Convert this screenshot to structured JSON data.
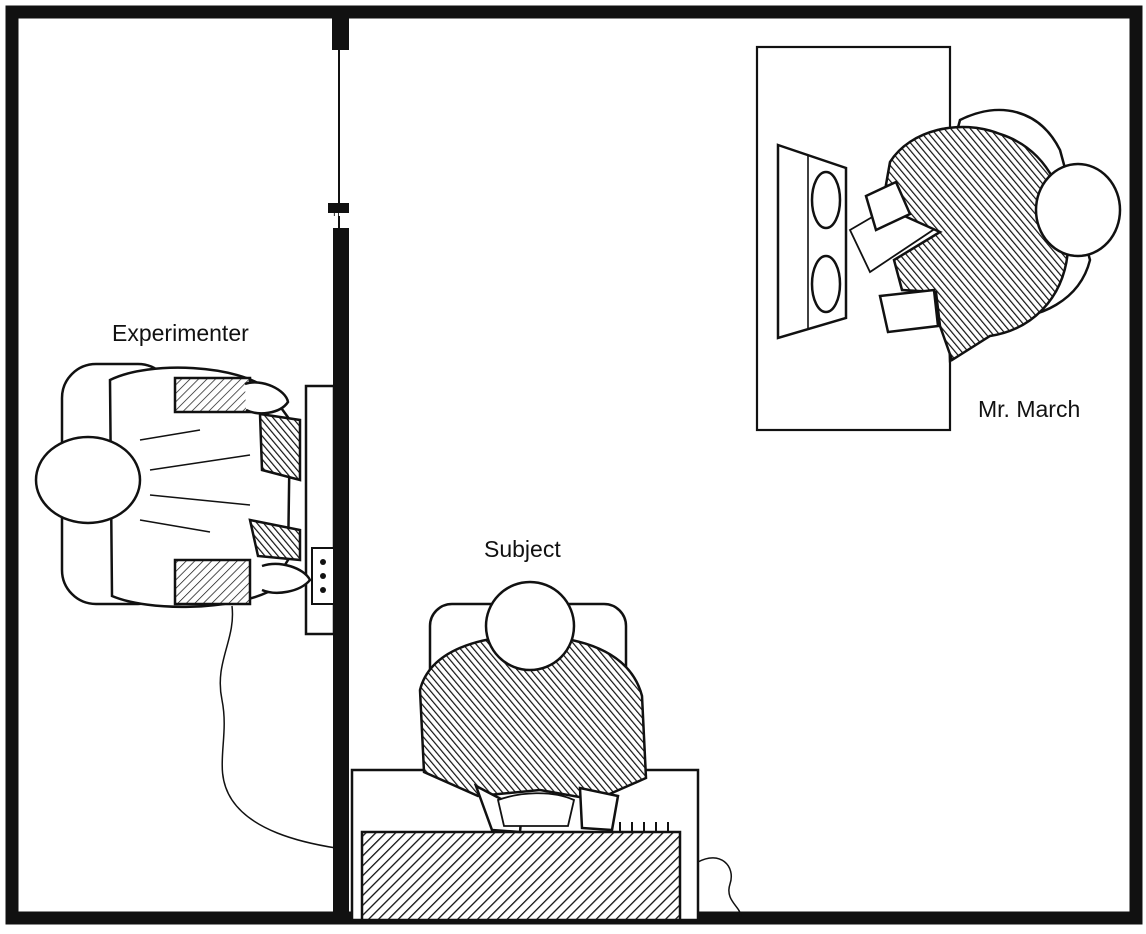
{
  "labels": {
    "experimenter": "Experimenter",
    "subject": "Subject",
    "mr_march": "Mr. March"
  },
  "colors": {
    "ink": "#111111",
    "paper": "#ffffff"
  }
}
